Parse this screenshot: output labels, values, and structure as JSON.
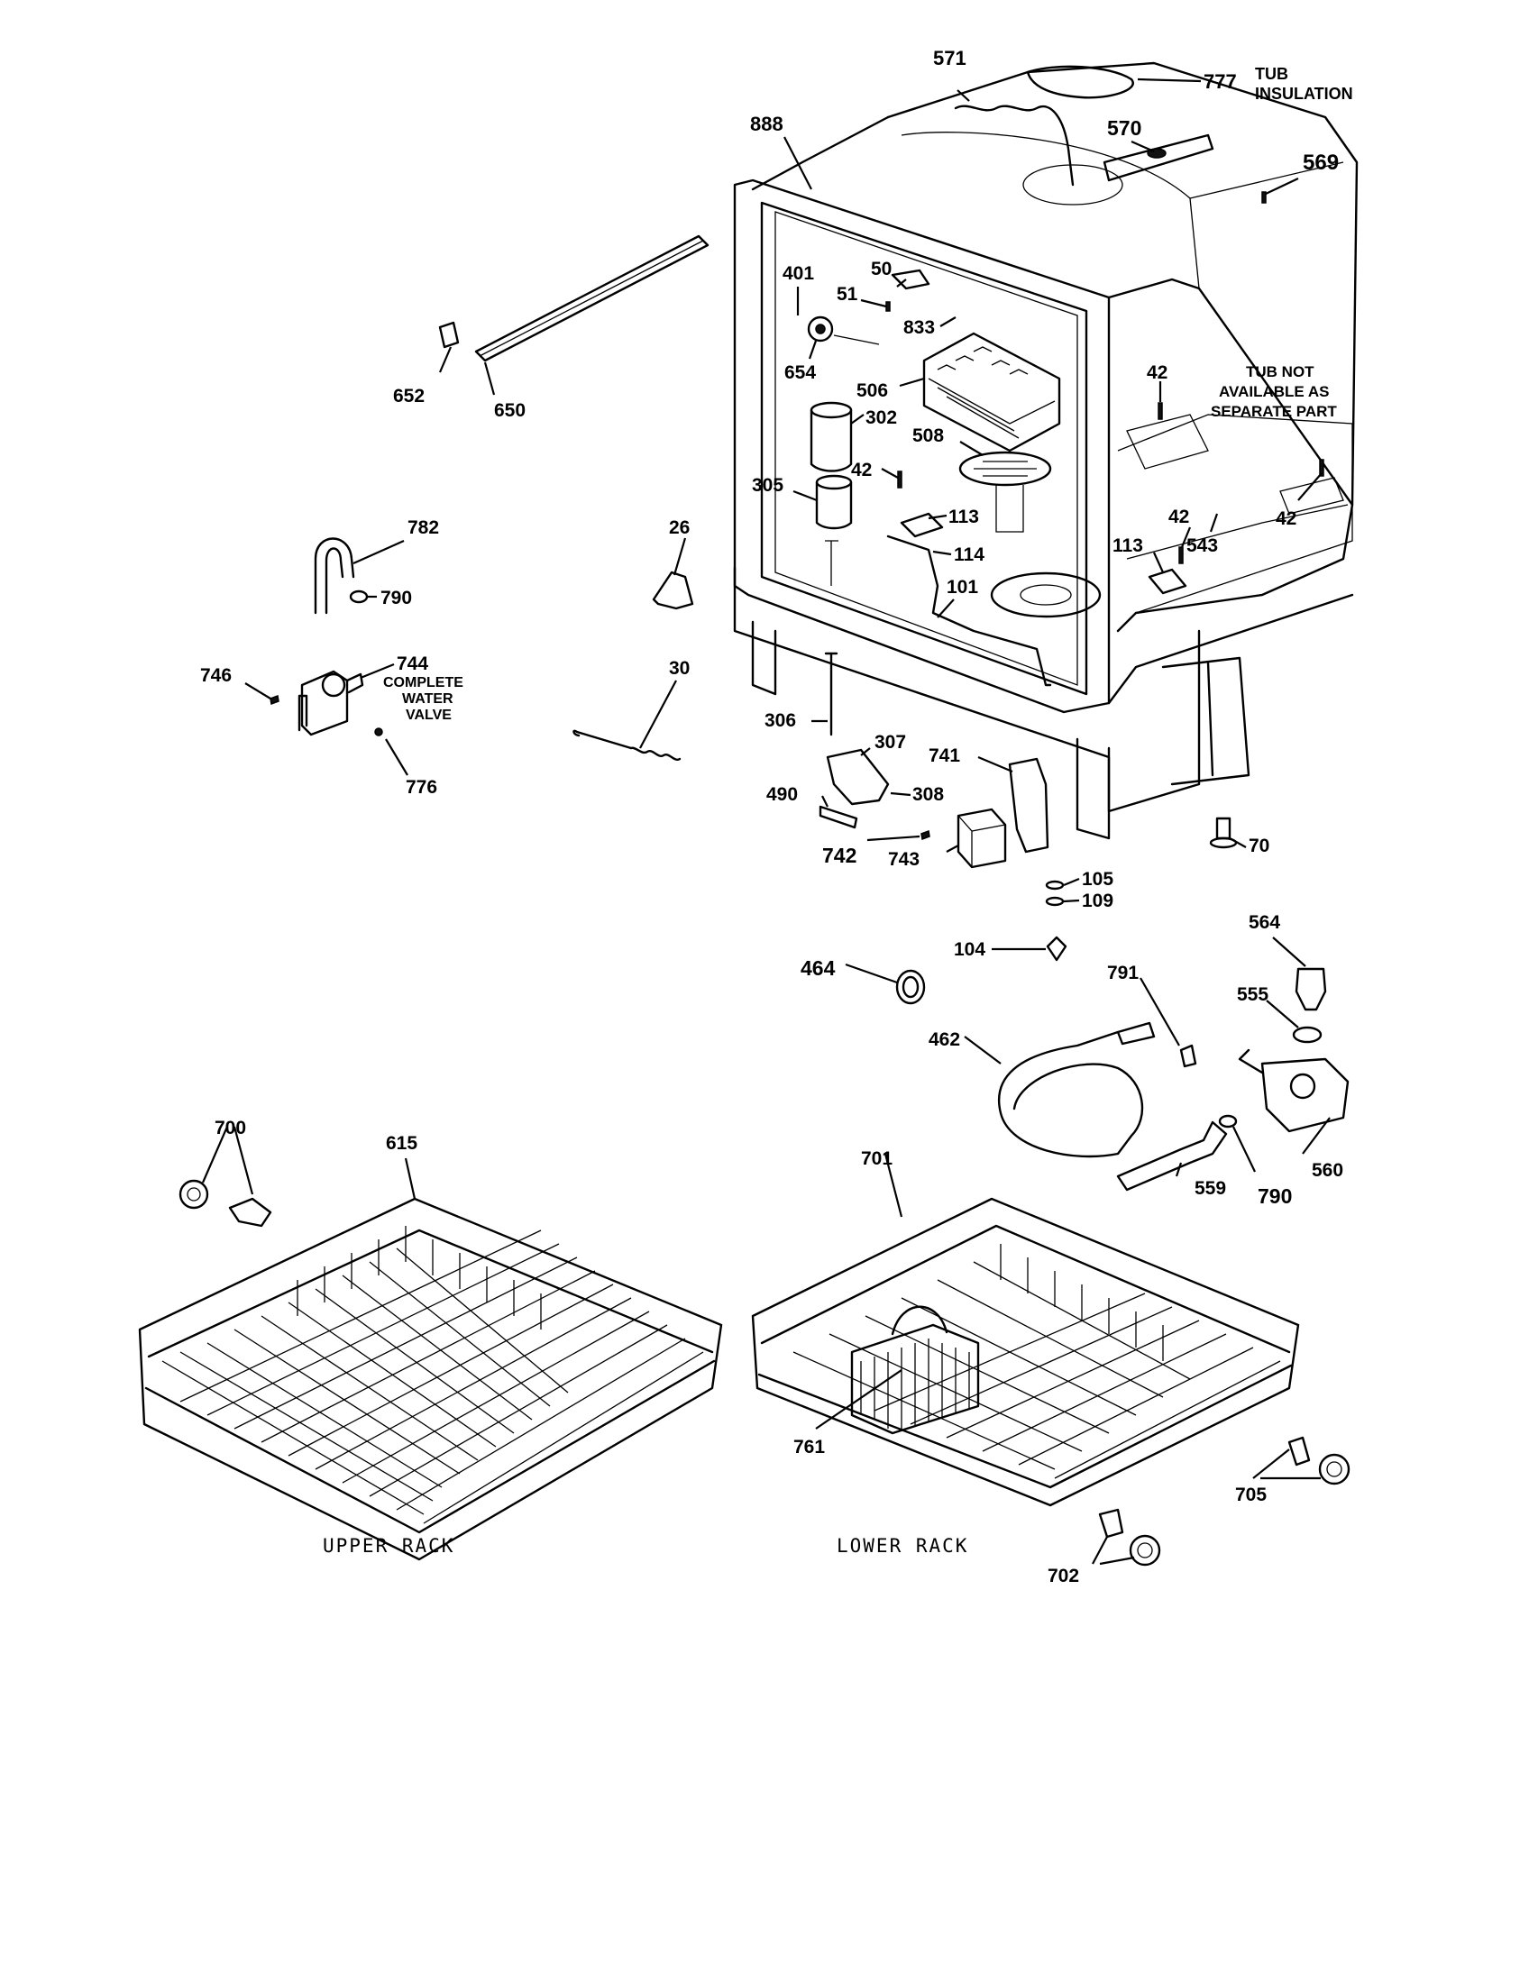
{
  "diagram": {
    "parts": [
      {
        "id": "p571",
        "text": "571"
      },
      {
        "id": "p777",
        "text": "777"
      },
      {
        "id": "tub_insulation_1",
        "text": "TUB"
      },
      {
        "id": "tub_insulation_2",
        "text": "INSULATION"
      },
      {
        "id": "p888",
        "text": "888"
      },
      {
        "id": "p570",
        "text": "570"
      },
      {
        "id": "p569",
        "text": "569"
      },
      {
        "id": "p401",
        "text": "401"
      },
      {
        "id": "p50",
        "text": "50"
      },
      {
        "id": "p51",
        "text": "51"
      },
      {
        "id": "p833",
        "text": "833"
      },
      {
        "id": "p654",
        "text": "654"
      },
      {
        "id": "p506",
        "text": "506"
      },
      {
        "id": "p652",
        "text": "652"
      },
      {
        "id": "p650",
        "text": "650"
      },
      {
        "id": "p42a",
        "text": "42"
      },
      {
        "id": "tub_na_1",
        "text": "TUB NOT"
      },
      {
        "id": "tub_na_2",
        "text": "AVAILABLE AS"
      },
      {
        "id": "tub_na_3",
        "text": "SEPARATE PART"
      },
      {
        "id": "p302",
        "text": "302"
      },
      {
        "id": "p508",
        "text": "508"
      },
      {
        "id": "p42b",
        "text": "42"
      },
      {
        "id": "p305",
        "text": "305"
      },
      {
        "id": "p113a",
        "text": "113"
      },
      {
        "id": "p42c",
        "text": "42"
      },
      {
        "id": "p42d",
        "text": "42"
      },
      {
        "id": "p543",
        "text": "543"
      },
      {
        "id": "p782",
        "text": "782"
      },
      {
        "id": "p26",
        "text": "26"
      },
      {
        "id": "p114",
        "text": "114"
      },
      {
        "id": "p113b",
        "text": "113"
      },
      {
        "id": "p101",
        "text": "101"
      },
      {
        "id": "p790a",
        "text": "790"
      },
      {
        "id": "p746",
        "text": "746"
      },
      {
        "id": "p744",
        "text": "744"
      },
      {
        "id": "cwv_1",
        "text": "COMPLETE"
      },
      {
        "id": "cwv_2",
        "text": "WATER"
      },
      {
        "id": "cwv_3",
        "text": "VALVE"
      },
      {
        "id": "p30",
        "text": "30"
      },
      {
        "id": "p306",
        "text": "306"
      },
      {
        "id": "p307",
        "text": "307"
      },
      {
        "id": "p741",
        "text": "741"
      },
      {
        "id": "p776",
        "text": "776"
      },
      {
        "id": "p490",
        "text": "490"
      },
      {
        "id": "p308",
        "text": "308"
      },
      {
        "id": "p70",
        "text": "70"
      },
      {
        "id": "p742",
        "text": "742"
      },
      {
        "id": "p743",
        "text": "743"
      },
      {
        "id": "p105",
        "text": "105"
      },
      {
        "id": "p109",
        "text": "109"
      },
      {
        "id": "p564",
        "text": "564"
      },
      {
        "id": "p464",
        "text": "464"
      },
      {
        "id": "p104",
        "text": "104"
      },
      {
        "id": "p791",
        "text": "791"
      },
      {
        "id": "p555",
        "text": "555"
      },
      {
        "id": "p462",
        "text": "462"
      },
      {
        "id": "p700",
        "text": "700"
      },
      {
        "id": "p615",
        "text": "615"
      },
      {
        "id": "p701",
        "text": "701"
      },
      {
        "id": "p560",
        "text": "560"
      },
      {
        "id": "p559",
        "text": "559"
      },
      {
        "id": "p790b",
        "text": "790"
      },
      {
        "id": "p761",
        "text": "761"
      },
      {
        "id": "p705",
        "text": "705"
      },
      {
        "id": "p702",
        "text": "702"
      }
    ],
    "captions": {
      "upper_rack": "UPPER RACK",
      "lower_rack": "LOWER RACK"
    }
  }
}
